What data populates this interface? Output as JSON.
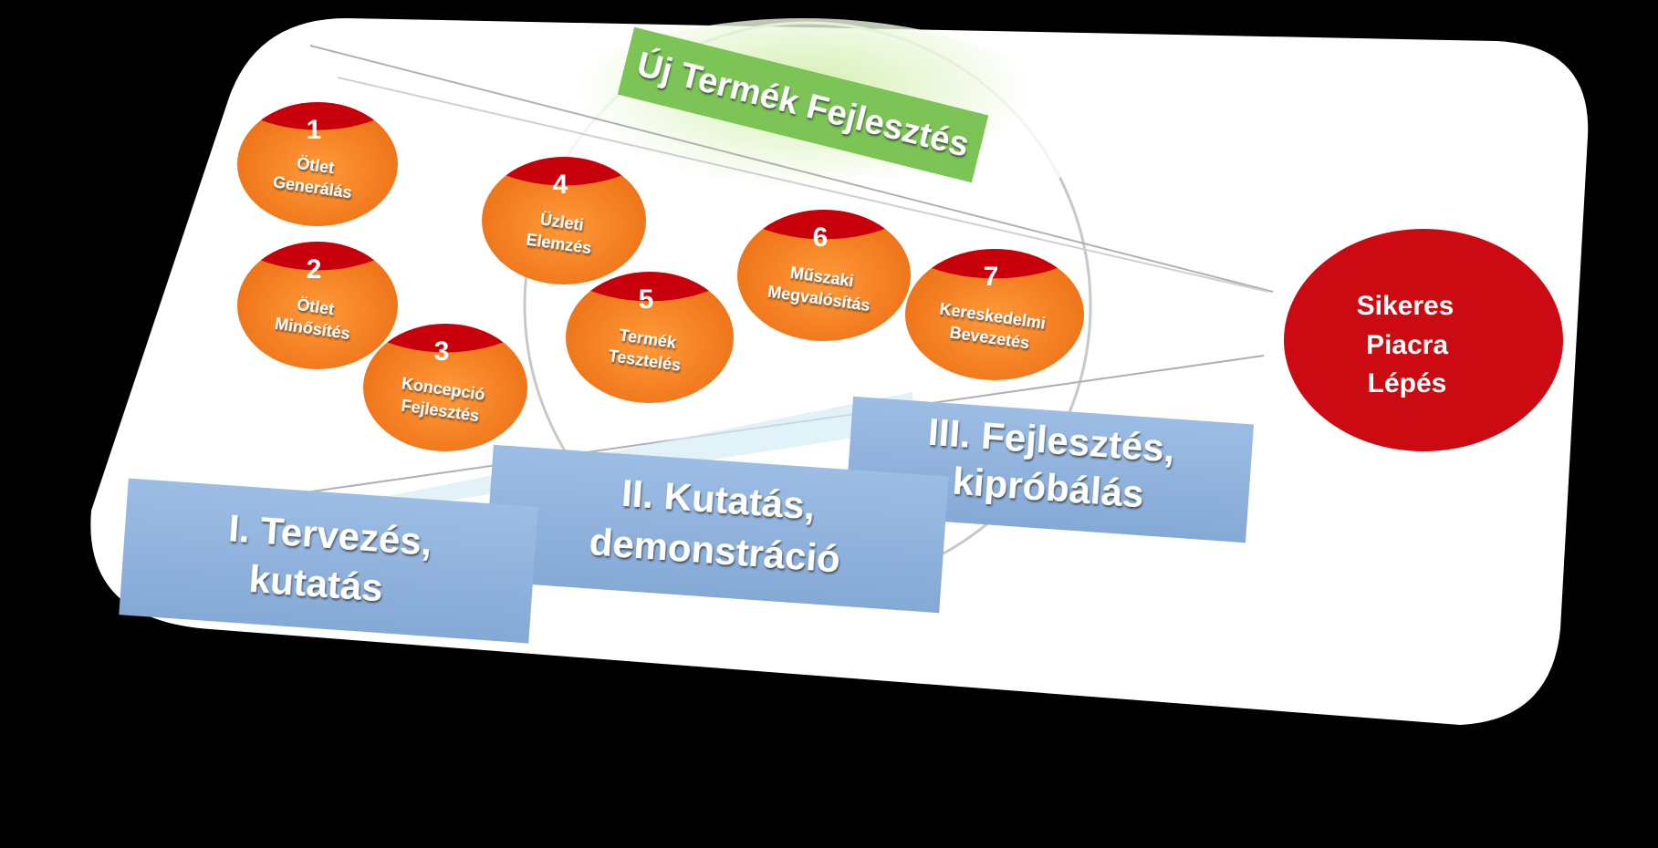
{
  "banner": {
    "title": "Új Termék Fejlesztés"
  },
  "goal": {
    "lines": [
      "Sikeres",
      "Piacra",
      "Lépés"
    ]
  },
  "steps": [
    {
      "number": "1",
      "lines": [
        "Ötlet",
        "Generálás"
      ]
    },
    {
      "number": "2",
      "lines": [
        "Ötlet",
        "Minősítés"
      ]
    },
    {
      "number": "3",
      "lines": [
        "Koncepció",
        "Fejlesztés"
      ]
    },
    {
      "number": "4",
      "lines": [
        "Üzleti",
        "Elemzés"
      ]
    },
    {
      "number": "5",
      "lines": [
        "Termék",
        "Tesztelés"
      ]
    },
    {
      "number": "6",
      "lines": [
        "Műszaki",
        "Megvalósítás"
      ]
    },
    {
      "number": "7",
      "lines": [
        "Kereskedelmi",
        "Bevezetés"
      ]
    }
  ],
  "phases": [
    {
      "lines": [
        "I. Tervezés,",
        "kutatás"
      ]
    },
    {
      "lines": [
        "II. Kutatás,",
        "demonstráció"
      ]
    },
    {
      "lines": [
        "III. Fejlesztés,",
        "kipróbálás"
      ]
    }
  ],
  "colors": {
    "step_fill": "#f07a1e",
    "step_cap": "#c8000c",
    "goal_fill": "#cc0a12",
    "banner_fill": "#7cc456",
    "phase_fill": "#8fb2dc",
    "card_fill": "#ffffff",
    "background": "#000000"
  }
}
